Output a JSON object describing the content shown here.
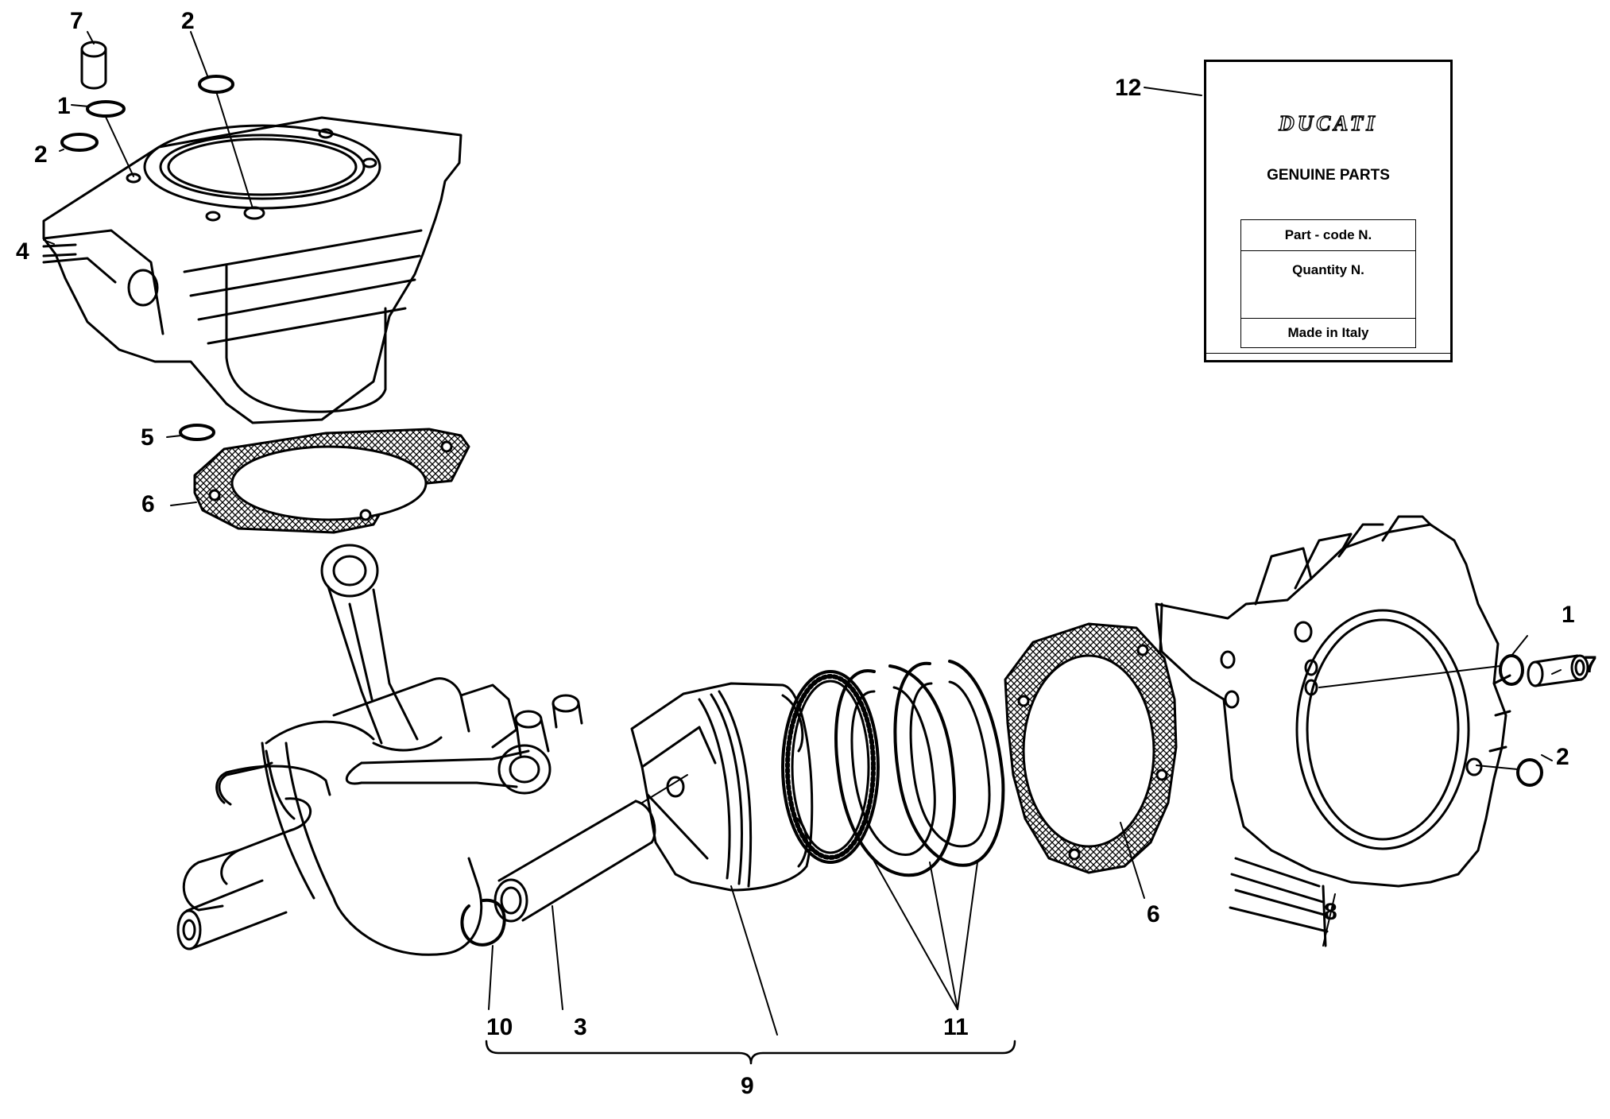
{
  "callouts": {
    "c1_left": "1",
    "c1_right": "1",
    "c2_top": "2",
    "c2_left": "2",
    "c2_right": "2",
    "c3": "3",
    "c4": "4",
    "c5": "5",
    "c6_left": "6",
    "c6_right": "6",
    "c7_left": "7",
    "c7_right": "7",
    "c8": "8",
    "c9": "9",
    "c10": "10",
    "c11": "11",
    "c12": "12"
  },
  "label_card": {
    "brand": "DUCATI",
    "subtitle": "GENUINE PARTS",
    "part_code": "Part - code N.",
    "quantity": "Quantity N.",
    "made_in": "Made in Italy"
  }
}
